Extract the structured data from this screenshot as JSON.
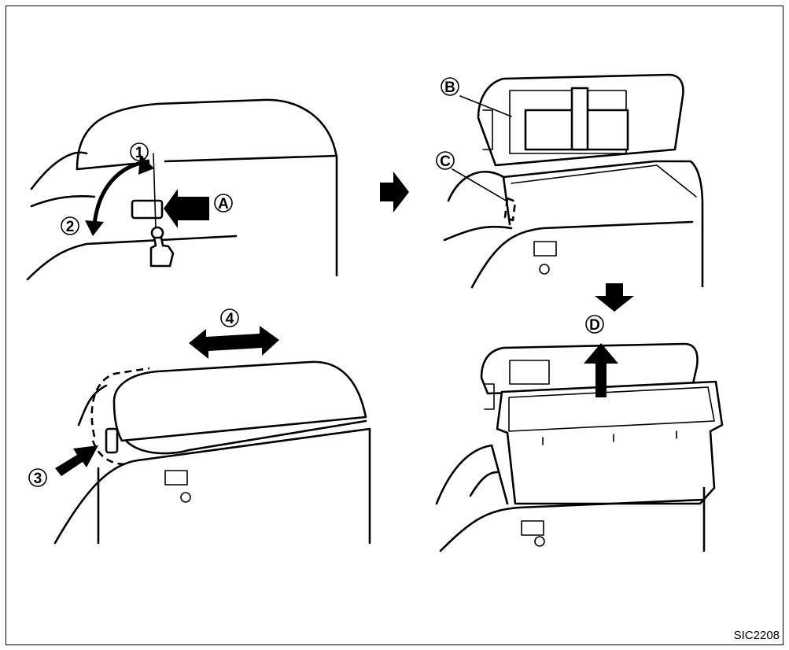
{
  "callouts": {
    "step1": "1",
    "step2": "2",
    "step3": "3",
    "step4": "4",
    "labelA": "A",
    "labelB": "B",
    "labelC": "C",
    "labelD": "D"
  },
  "figure_code": "SIC2208"
}
